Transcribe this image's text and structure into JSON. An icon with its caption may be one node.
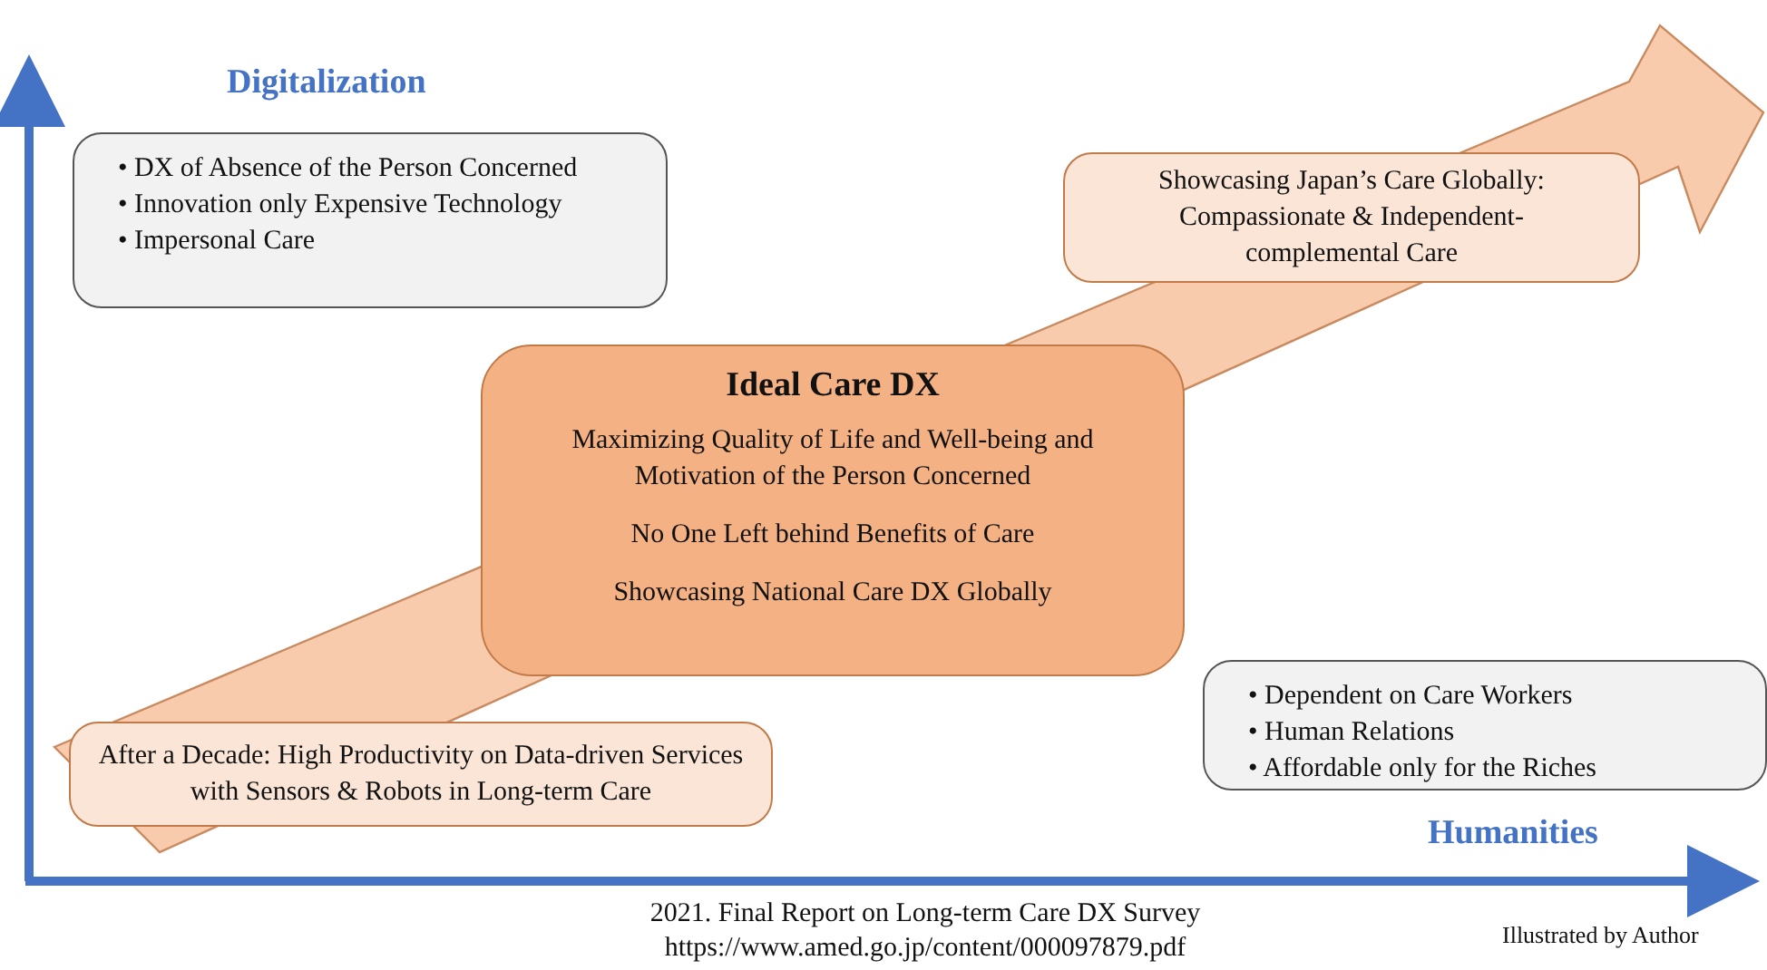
{
  "diagram": {
    "caption": "2021. Final Report on Long-term Care DX Survey https://www.amed.go.jp/content/000097879.pdf",
    "nodes": [
      {
        "text": [
          "• DX of Absence of the Person Concerned",
          "• Innovation only Expensive Technology",
          "• Impersonal Care"
        ]
      },
      {
        "text": [
          "Showcasing Japan’s Care Globally: Compassionate & Independent-complemental Care"
        ]
      },
      {
        "text": [
          "Ideal Care DX",
          "Maximizing Quality of Life and Well-being and Motivation of the Person Concerned",
          "No One Left behind Benefits of Care",
          "Showcasing National Care DX Globally"
        ]
      },
      {
        "text": [
          "After a Decade: High Productivity on Data-driven Services with Sensors & Robots in Long-term Care"
        ]
      },
      {
        "text": [
          "• Dependent on Care Workers",
          "• Human Relations",
          "• Affordable only for the Riches"
        ]
      }
    ],
    "edges": [],
    "labels": [
      "Digitalization",
      "Humanities",
      "Illustrated by Author"
    ]
  }
}
